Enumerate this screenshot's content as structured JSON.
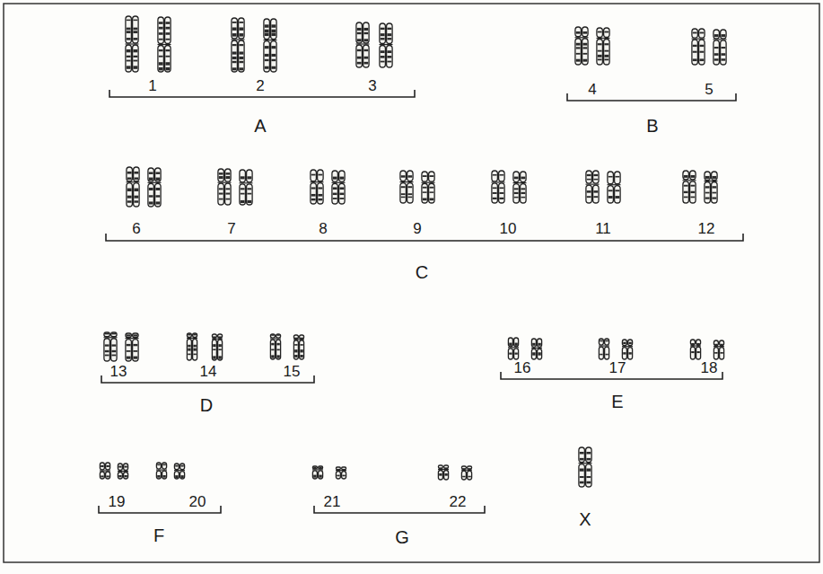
{
  "diagram": {
    "labels": [
      "1",
      "2",
      "3",
      "A",
      "4",
      "5",
      "B",
      "6",
      "7",
      "8",
      "9",
      "10",
      "11",
      "12",
      "C",
      "13",
      "14",
      "15",
      "D",
      "16",
      "17",
      "18",
      "E",
      "19",
      "20",
      "F",
      "21",
      "22",
      "G",
      "X"
    ]
  }
}
